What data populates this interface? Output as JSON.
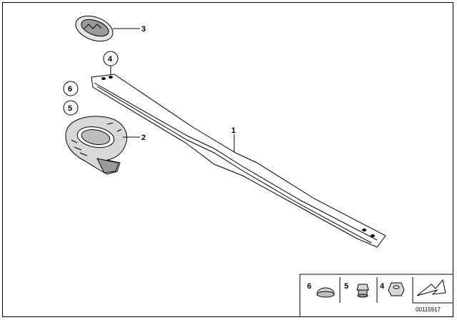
{
  "callouts": {
    "c1": "1",
    "c2": "2",
    "c3": "3",
    "c4": "4",
    "c5": "5",
    "c6": "6"
  },
  "legend": {
    "item6": "6",
    "item5": "5",
    "item4": "4"
  },
  "diagram_code": "00115917",
  "colors": {
    "line": "#000000",
    "part_fill": "#d8d8d8",
    "part_dark": "#9a9a9a",
    "background": "#ffffff"
  }
}
